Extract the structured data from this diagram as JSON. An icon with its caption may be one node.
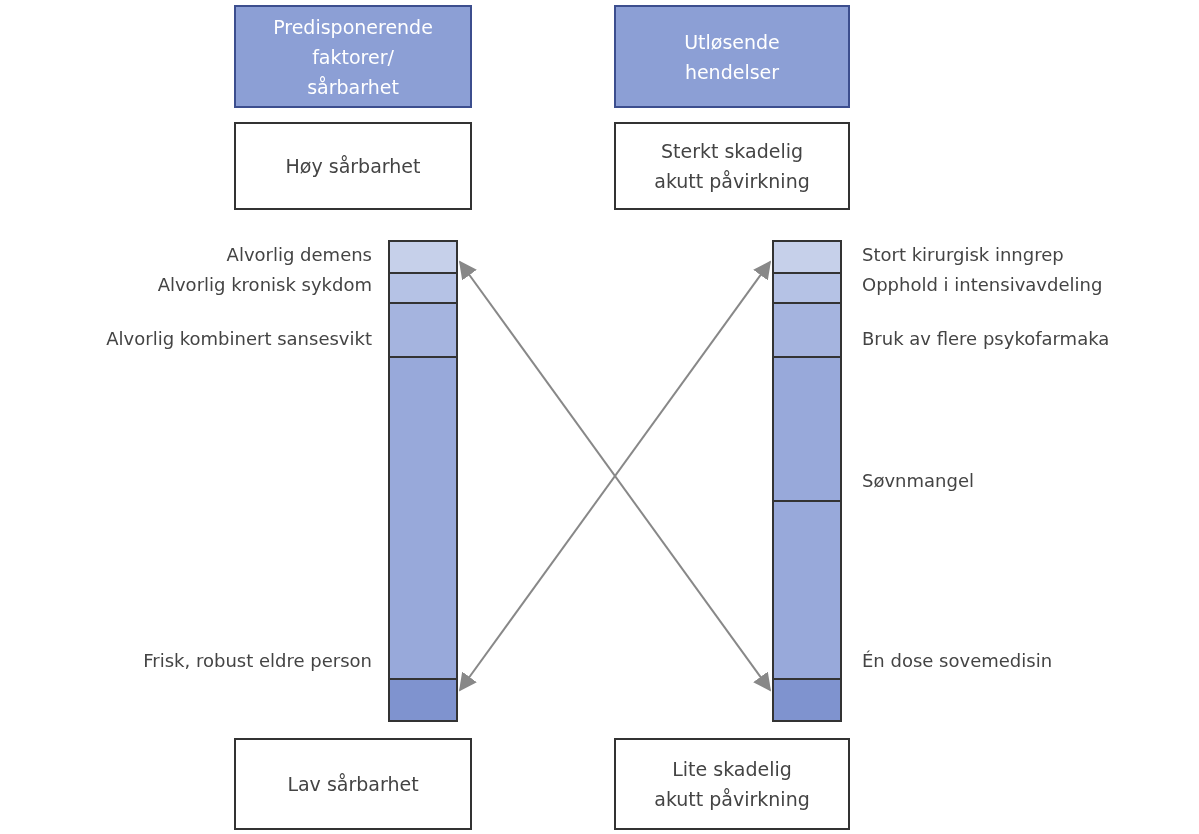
{
  "diagram": {
    "nodes": [
      {
        "text": [
          "Predisponerende faktorer/ sårbarhet"
        ]
      },
      {
        "text": [
          "Utløsende hendelser"
        ]
      },
      {
        "text": [
          "Høy sårbarhet"
        ]
      },
      {
        "text": [
          "Sterkt skadelig akutt påvirkning"
        ]
      },
      {
        "text": [],
        "shape": "bar"
      },
      {
        "text": [],
        "shape": "bar"
      },
      {
        "text": [
          "Lav sårbarhet"
        ]
      },
      {
        "text": [
          "Lite skadelig akutt påvirkning"
        ]
      }
    ],
    "edges": [
      {
        "from": 4,
        "to": 5,
        "arrow": "both"
      },
      {
        "from": 4,
        "to": 5,
        "arrow": "both"
      }
    ],
    "labels": [
      "Alvorlig demens",
      "Stort kirurgisk inngrep",
      "Alvorlig kronisk sykdom",
      "Opphold i intensivavdeling",
      "Alvorlig kombinert sansesvikt",
      "Bruk av flere psykofarmaka",
      "Søvnmangel",
      "Frisk, robust eldre person",
      "Én dose sovemedisin"
    ]
  }
}
